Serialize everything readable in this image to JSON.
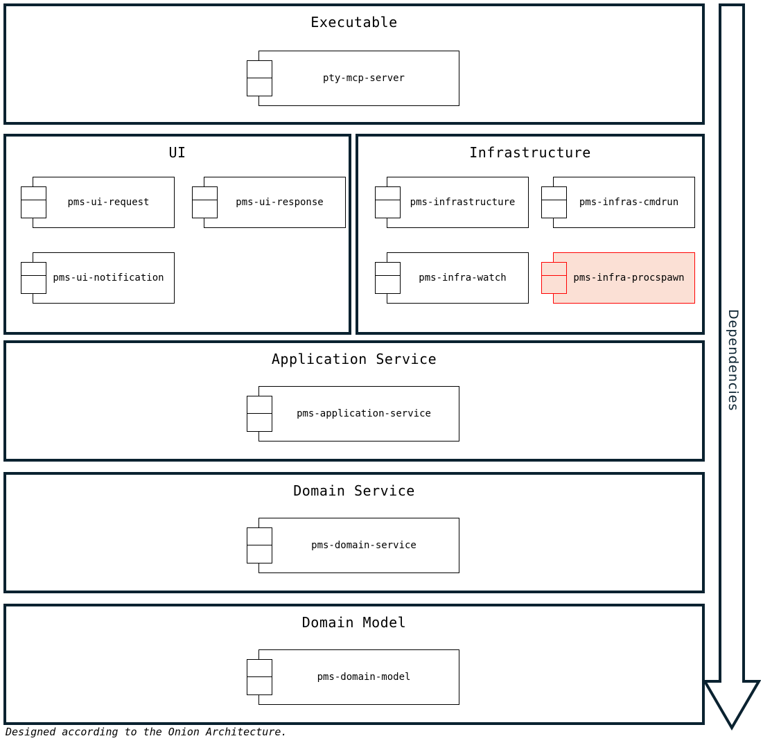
{
  "diagram": {
    "caption": "Designed according to the Onion Architecture.",
    "dependencies_label": "Dependencies",
    "colors": {
      "layer_border": "#0a2230",
      "component_border": "#000000",
      "highlight_border": "#ff0000",
      "highlight_fill": "#fbe0d5",
      "background": "#ffffff"
    }
  },
  "layers": [
    {
      "title": "Executable",
      "components": [
        {
          "name": "pty-mcp-server",
          "highlighted": false
        }
      ]
    },
    {
      "title": "UI",
      "components": [
        {
          "name": "pms-ui-request",
          "highlighted": false
        },
        {
          "name": "pms-ui-response",
          "highlighted": false
        },
        {
          "name": "pms-ui-notification",
          "highlighted": false
        }
      ]
    },
    {
      "title": "Infrastructure",
      "components": [
        {
          "name": "pms-infrastructure",
          "highlighted": false
        },
        {
          "name": "pms-infras-cmdrun",
          "highlighted": false
        },
        {
          "name": "pms-infra-watch",
          "highlighted": false
        },
        {
          "name": "pms-infra-procspawn",
          "highlighted": true
        }
      ]
    },
    {
      "title": "Application Service",
      "components": [
        {
          "name": "pms-application-service",
          "highlighted": false
        }
      ]
    },
    {
      "title": "Domain Service",
      "components": [
        {
          "name": "pms-domain-service",
          "highlighted": false
        }
      ]
    },
    {
      "title": "Domain Model",
      "components": [
        {
          "name": "pms-domain-model",
          "highlighted": false
        }
      ]
    }
  ]
}
